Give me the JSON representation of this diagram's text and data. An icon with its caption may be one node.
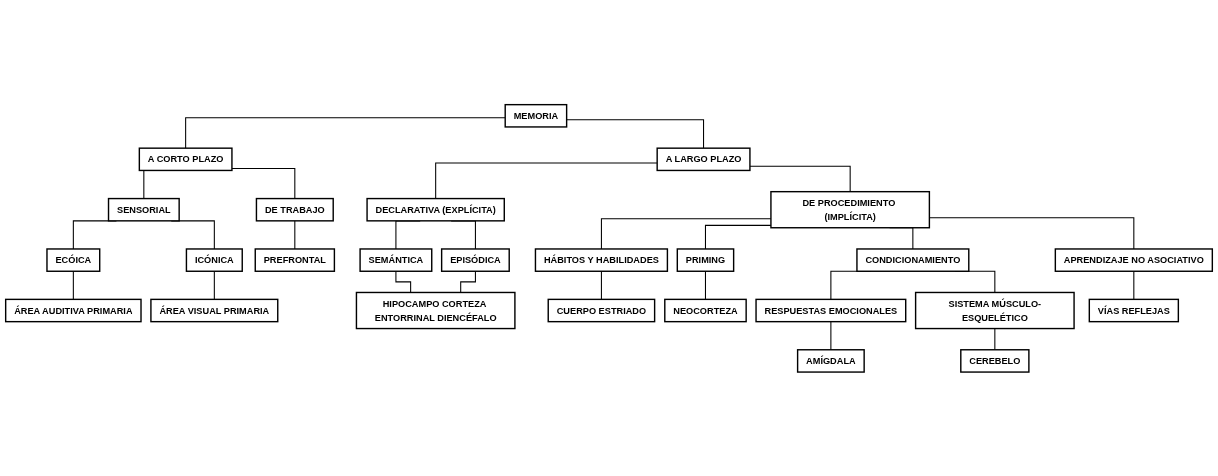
{
  "diagram": {
    "nodes": [
      {
        "text": [
          "MEMORIA"
        ]
      },
      {
        "text": [
          "A CORTO PLAZO"
        ]
      },
      {
        "text": [
          "A LARGO PLAZO"
        ]
      },
      {
        "text": [
          "SENSORIAL"
        ]
      },
      {
        "text": [
          "DE TRABAJO"
        ]
      },
      {
        "text": [
          "DECLARATIVA (EXPLÍCITA)"
        ]
      },
      {
        "text": [
          "DE PROCEDIMIENTO (IMPLÍCITA)"
        ]
      },
      {
        "text": [
          "ECÓICA"
        ]
      },
      {
        "text": [
          "ICÓNICA"
        ]
      },
      {
        "text": [
          "SEMÁNTICA"
        ]
      },
      {
        "text": [
          "EPISÓDICA"
        ]
      },
      {
        "text": [
          "HÁBITOS Y HABILIDADES"
        ]
      },
      {
        "text": [
          "PRIMING"
        ]
      },
      {
        "text": [
          "CONDICIONAMIENTO"
        ]
      },
      {
        "text": [
          "APRENDIZAJE NO ASOCIATIVO"
        ]
      },
      {
        "text": [
          "RESPUESTAS EMOCIONALES"
        ]
      },
      {
        "text": [
          "SISTEMA MÚSCULO-ESQUELÉTICO"
        ]
      },
      {
        "text": [
          "ÁREA AUDITIVA PRIMARIA"
        ]
      },
      {
        "text": [
          "ÁREA VISUAL PRIMARIA"
        ]
      },
      {
        "text": [
          "PREFRONTAL"
        ]
      },
      {
        "text": [
          "HIPOCAMPO CORTEZA ENTORRINAL DIENCÉFALO"
        ]
      },
      {
        "text": [
          "CUERPO ESTRIADO"
        ]
      },
      {
        "text": [
          "AMÍGDALA"
        ]
      },
      {
        "text": [
          "CEREBELO"
        ]
      },
      {
        "text": [
          "VÍAS REFLEJAS"
        ]
      },
      {
        "text": [
          "NEOCORTEZA"
        ]
      }
    ],
    "edges": [
      {
        "from": 0,
        "to": 1,
        "arrow": "none"
      },
      {
        "from": 0,
        "to": 2,
        "arrow": "none"
      },
      {
        "from": 1,
        "to": 3,
        "arrow": "none"
      },
      {
        "from": 1,
        "to": 4,
        "arrow": "none"
      },
      {
        "from": 2,
        "to": 5,
        "arrow": "none"
      },
      {
        "from": 2,
        "to": 6,
        "arrow": "none"
      },
      {
        "from": 3,
        "to": 7,
        "arrow": "none"
      },
      {
        "from": 3,
        "to": 8,
        "arrow": "none"
      },
      {
        "from": 5,
        "to": 9,
        "arrow": "none"
      },
      {
        "from": 5,
        "to": 10,
        "arrow": "none"
      },
      {
        "from": 6,
        "to": 11,
        "arrow": "none"
      },
      {
        "from": 6,
        "to": 12,
        "arrow": "none"
      },
      {
        "from": 6,
        "to": 13,
        "arrow": "none"
      },
      {
        "from": 6,
        "to": 14,
        "arrow": "none"
      },
      {
        "from": 13,
        "to": 15,
        "arrow": "none"
      },
      {
        "from": 13,
        "to": 16,
        "arrow": "none"
      },
      {
        "from": 7,
        "to": 17,
        "arrow": "none"
      },
      {
        "from": 8,
        "to": 18,
        "arrow": "none"
      },
      {
        "from": 4,
        "to": 19,
        "arrow": "none"
      },
      {
        "from": 9,
        "to": 20,
        "arrow": "none"
      },
      {
        "from": 10,
        "to": 20,
        "arrow": "none"
      },
      {
        "from": 11,
        "to": 21,
        "arrow": "none"
      },
      {
        "from": 12,
        "to": 25,
        "arrow": "none"
      },
      {
        "from": 15,
        "to": 22,
        "arrow": "none"
      },
      {
        "from": 16,
        "to": 23,
        "arrow": "none"
      },
      {
        "from": 14,
        "to": 24,
        "arrow": "none"
      }
    ]
  }
}
